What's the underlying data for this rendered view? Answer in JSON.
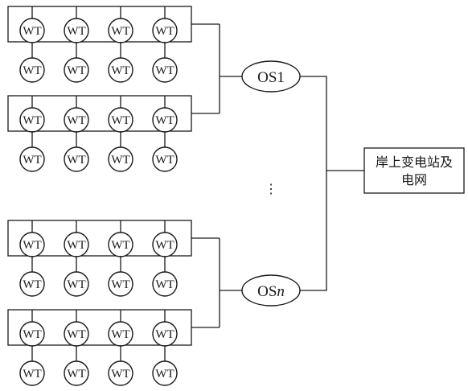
{
  "wt_label": "WT",
  "offshore_stations": [
    {
      "label_prefix": "OS",
      "label_suffix": "1",
      "suffix_italic": false
    },
    {
      "label_prefix": "OS",
      "label_suffix": "n",
      "suffix_italic": true
    }
  ],
  "groups": [
    {
      "station": 0,
      "boxed_row_count": 4,
      "lower_row_count": 4
    },
    {
      "station": 0,
      "boxed_row_count": 4,
      "lower_row_count": 4
    },
    {
      "station": 1,
      "boxed_row_count": 4,
      "lower_row_count": 4
    },
    {
      "station": 1,
      "boxed_row_count": 4,
      "lower_row_count": 4
    }
  ],
  "ellipsis": "⋮",
  "substation": {
    "line1": "岸上变电站及",
    "line2": "电网"
  }
}
